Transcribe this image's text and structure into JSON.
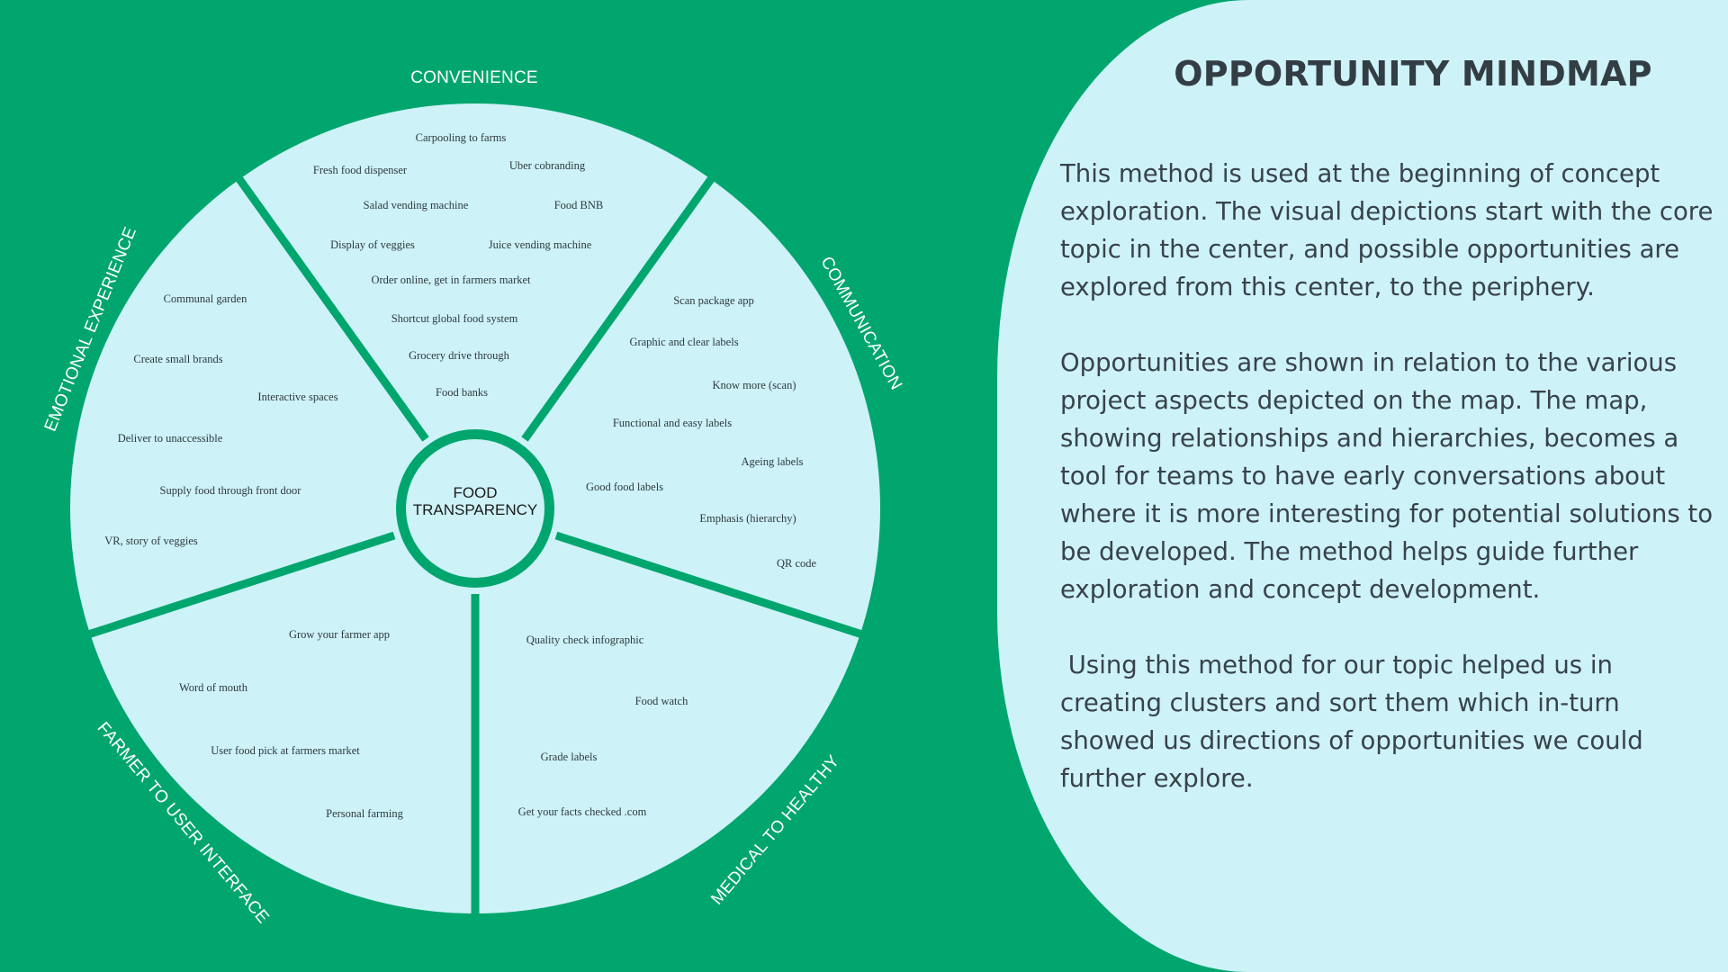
{
  "colors": {
    "background": "#00a66d",
    "wheel_fill": "#cdf2f8",
    "divider": "#00a66d",
    "panel": "#cdf2f8",
    "heading_text": "#333d44",
    "body_text": "#38424a",
    "category_label": "#ffffff"
  },
  "mindmap": {
    "center": {
      "line1": "FOOD",
      "line2": "TRANSPARENCY"
    },
    "categories": [
      {
        "label": "CONVENIENCE",
        "items": [
          "Carpooling to farms",
          "Fresh food dispenser",
          "Uber cobranding",
          "Salad vending machine",
          "Food BNB",
          "Display of veggies",
          "Juice vending machine",
          "Order online, get in farmers market",
          "Shortcut global food system",
          "Grocery drive through",
          "Food banks"
        ]
      },
      {
        "label": "COMMUNICATION",
        "items": [
          "Scan package app",
          "Graphic and clear labels",
          "Know more (scan)",
          "Functional and easy labels",
          "Ageing labels",
          "Good food labels",
          "Emphasis (hierarchy)",
          "QR code"
        ]
      },
      {
        "label": "MEDICAL TO HEALTHY",
        "items": [
          "Quality check infographic",
          "Food watch",
          "Grade labels",
          "Get your facts checked .com"
        ]
      },
      {
        "label": "FARMER TO USER INTERFACE",
        "items": [
          "Grow your farmer app",
          "Word of mouth",
          "User food pick at farmers market",
          "Personal farming"
        ]
      },
      {
        "label": "EMOTIONAL EXPERIENCE",
        "items": [
          "Communal garden",
          "Create small brands",
          "Interactive spaces",
          "Deliver to unaccessible",
          "Supply food through front door",
          "VR, story of veggies"
        ]
      }
    ]
  },
  "panel": {
    "title": "OPPORTUNITY MINDMAP",
    "paragraphs": [
      "This method is used at the beginning of concept exploration. The visual depictions start with the core topic in the center, and possible opportunities are explored from this center, to the periphery.",
      "Opportunities are shown in relation to the various project aspects depicted on the map. The map, showing relationships and hierarchies, becomes a tool for teams to have early conversations about where it is more interesting for potential solutions to be developed. The method helps guide further exploration and concept development.",
      " Using this method for our topic helped us in creating clusters and sort them which in-turn showed us directions of opportunities we could further explore."
    ]
  }
}
